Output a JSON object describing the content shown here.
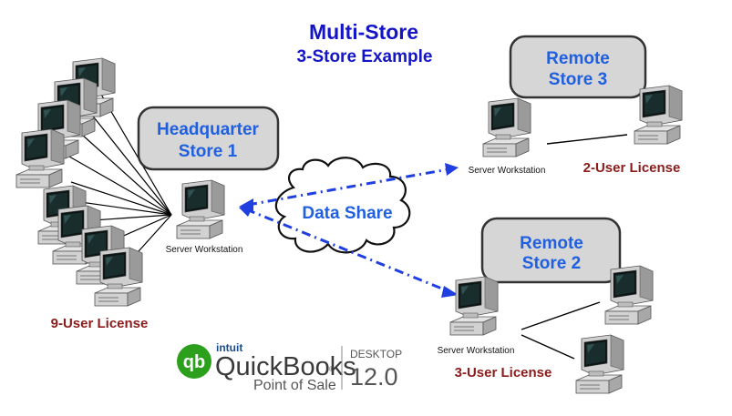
{
  "title": {
    "line1": "Multi-Store",
    "line2": "3-Store Example"
  },
  "stores": {
    "headquarter": {
      "line1": "Headquarter",
      "line2": "Store 1"
    },
    "remote3": {
      "line1": "Remote",
      "line2": "Store 3"
    },
    "remote2": {
      "line1": "Remote",
      "line2": "Store 2"
    }
  },
  "server_label": "Server Workstation",
  "data_share": "Data Share",
  "licenses": {
    "hq": "9-User License",
    "store3": "2-User License",
    "store2": "3-User License"
  },
  "logo": {
    "brand": "intuit",
    "product": "QuickBooks",
    "trademark": "®",
    "subtitle": "Point of Sale",
    "edition": "DESKTOP",
    "version": "12.0"
  },
  "colors": {
    "title": "#1515c8",
    "store_text": "#1f5fe0",
    "license_text": "#8c1b1b",
    "arrow": "#1f3fe0",
    "store_box": "#d6d6d6",
    "logo_green": "#2ca01c"
  }
}
